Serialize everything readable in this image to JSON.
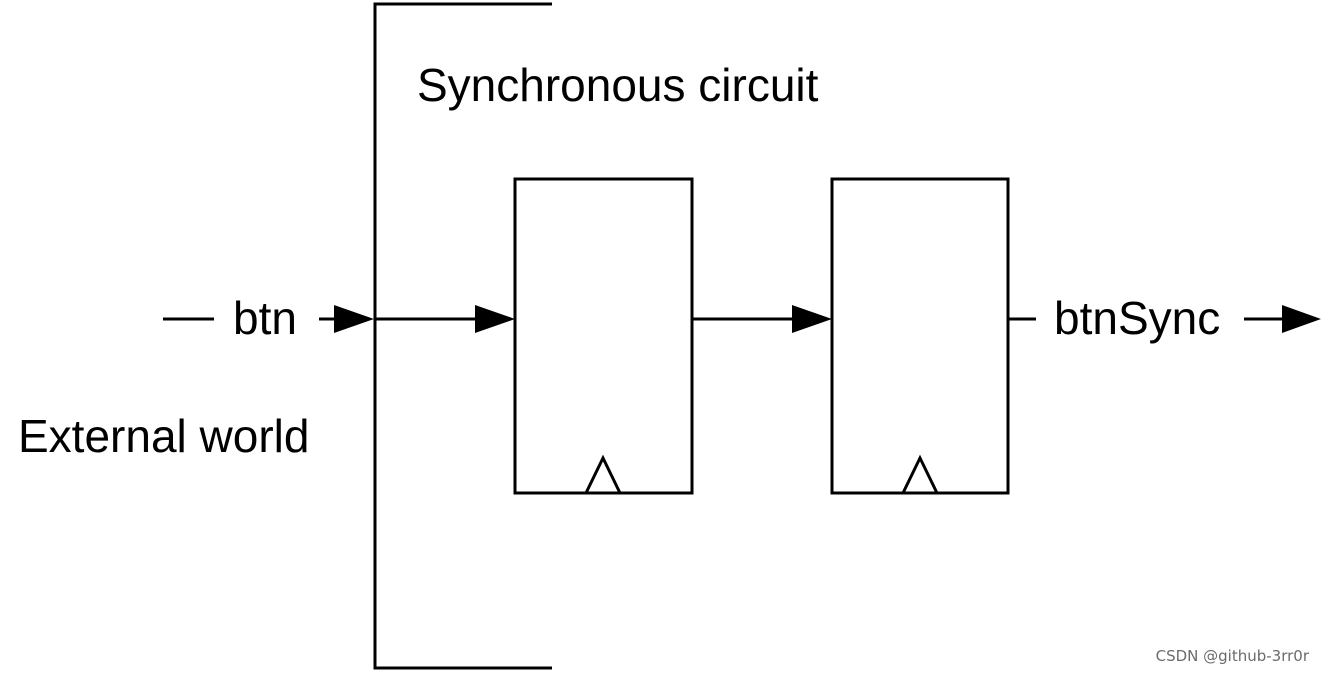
{
  "labels": {
    "synchronous_circuit": "Synchronous circuit",
    "external_world": "External world",
    "input_signal": "btn",
    "output_signal": "btnSync"
  },
  "watermark": "CSDN @github-3rr0r",
  "colors": {
    "stroke": "#000000",
    "background": "#ffffff",
    "watermark": "#6b6b6b"
  },
  "components": [
    {
      "type": "flip-flop",
      "clock_icon": "clock-triangle-icon"
    },
    {
      "type": "flip-flop",
      "clock_icon": "clock-triangle-icon"
    }
  ]
}
